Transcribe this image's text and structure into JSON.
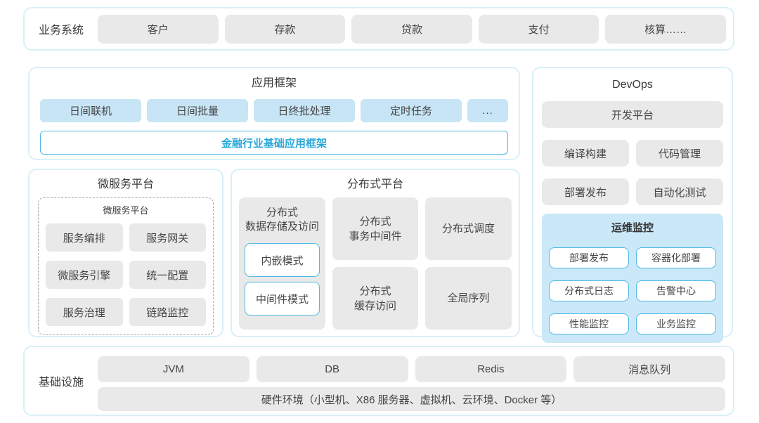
{
  "colors": {
    "container_border": "#d9f0f8",
    "gray_box": "#e9e9e9",
    "blue_box": "#c7e5f5",
    "monitor_bg": "#cae8f7",
    "accent_border": "#4fbae4",
    "accent_text": "#29a7d9",
    "text": "#404040"
  },
  "business_systems": {
    "label": "业务系统",
    "items": [
      "客户",
      "存款",
      "贷款",
      "支付",
      "核算……"
    ]
  },
  "app_framework": {
    "title": "应用框架",
    "items": [
      "日间联机",
      "日间批量",
      "日终批处理",
      "定时任务",
      "..."
    ],
    "base_framework": "金融行业基础应用框架"
  },
  "devops": {
    "title": "DevOps",
    "dev_platform": "开发平台",
    "items": [
      "编译构建",
      "代码管理",
      "部署发布",
      "自动化测试"
    ],
    "monitoring": {
      "title": "运维监控",
      "items": [
        "部署发布",
        "容器化部署",
        "分布式日志",
        "告警中心",
        "性能监控",
        "业务监控"
      ]
    }
  },
  "microservices": {
    "title": "微服务平台",
    "inner_title": "微服务平台",
    "items": [
      "服务编排",
      "服务网关",
      "微服务引擎",
      "统一配置",
      "服务治理",
      "链路监控"
    ]
  },
  "distributed": {
    "title": "分布式平台",
    "storage": {
      "label": "分布式\n数据存储及访问",
      "modes": [
        "内嵌模式",
        "中间件模式"
      ]
    },
    "cells": [
      "分布式\n事务中间件",
      "分布式调度",
      "分布式\n缓存访问",
      "全局序列"
    ]
  },
  "infrastructure": {
    "label": "基础设施",
    "items": [
      "JVM",
      "DB",
      "Redis",
      "消息队列"
    ],
    "hardware": "硬件环境（小型机、X86 服务器、虚拟机、云环境、Docker 等）"
  }
}
